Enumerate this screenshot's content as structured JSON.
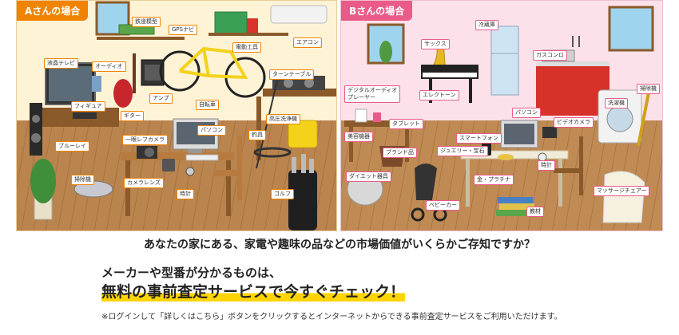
{
  "panel_a": {
    "title": "Aさんの場合",
    "labels": {
      "railway_model": "鉄道模型",
      "gps": "GPSナビ",
      "power_tools": "電動工具",
      "aircon": "エアコン",
      "lcd_tv": "液晶テレビ",
      "audio": "オーディオ",
      "turntable": "ターンテーブル",
      "figure": "フィギュア",
      "amp": "アンプ",
      "bicycle": "自転車",
      "guitar": "ギター",
      "pressure_washer": "高圧洗浄機",
      "bluray": "ブルーレイ",
      "pc": "パソコン",
      "slr": "一眼レフカメラ",
      "fishing": "釣具",
      "robot_vacuum": "掃除機",
      "camera_lens": "カメラレンズ",
      "watch": "時計",
      "golf": "ゴルフ"
    }
  },
  "panel_b": {
    "title": "Bさんの場合",
    "labels": {
      "sax": "サックス",
      "fridge": "冷蔵庫",
      "gas_stove": "ガスコンロ",
      "digital_audio": "デジタルオーディオ\nプレーヤー",
      "electone": "エレクトーン",
      "vacuum": "掃除機",
      "tablet": "タブレット",
      "pc": "パソコン",
      "washer": "洗濯機",
      "beauty": "美容機器",
      "smartphone": "スマートフォン",
      "video_camera": "ビデオカメラ",
      "brand": "ブランド品",
      "jewelry": "ジュエリー・宝石",
      "diet": "ダイエット器具",
      "gold": "金・プラチナ",
      "watch": "時計",
      "massage": "マッサージチェアー",
      "stroller": "ベビーカー",
      "books": "教材"
    }
  },
  "caption": {
    "line1": "あなたの家にある、家電や趣味の品などの市場価値がいくらかご存知ですか？",
    "line2": "メーカーや型番が分かるものは、",
    "line3": "無料の事前査定サービスで今すぐチェック！",
    "note": "※ログインして「詳しくはこちら」ボタンをクリックするとインターネットからできる事前査定サービスをご利用いただけます。"
  }
}
